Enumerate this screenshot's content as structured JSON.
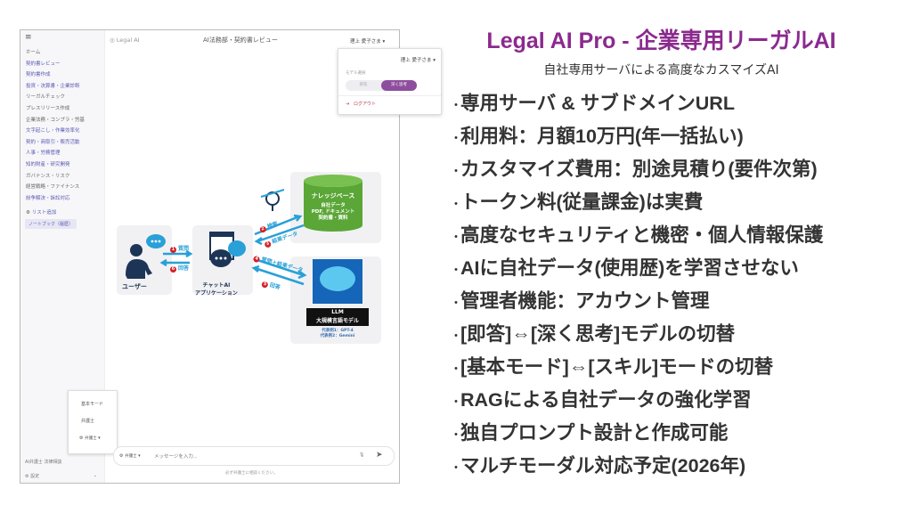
{
  "app": {
    "logo": "Legal AI",
    "title": "AI法務部・契約書レビュー",
    "user": "理上 愛子さま",
    "sidebar": {
      "items": [
        "ホーム",
        "契約書レビュー",
        "契約書作成",
        "投資・決算書・企業診断",
        "リーガルチェック",
        "プレスリリース作成",
        "企業法務・コンプラ・労基",
        "文字起こし・作業効率化",
        "契約・商取引・販売活動",
        "人事・労務管理",
        "知的財産・研究開発",
        "ガバナンス・リスク",
        "経営戦略・ファイナンス",
        "紛争解決・訴訟対応"
      ],
      "add_list": "リスト追加",
      "notebook": "ノートブック（履歴）",
      "footer_item": "AI弁護士 法律相談",
      "settings": "設定"
    },
    "dropdown": {
      "user": "理上 愛子さま",
      "model_label": "モデル選択",
      "model_options": [
        "即答",
        "深く思考"
      ],
      "selected_model": "深く思考",
      "logout": "ログアウト"
    },
    "diagram": {
      "user": "ユーザー",
      "app": "チャットAI\nアプリケーション",
      "kb_title": "ナレッジベース",
      "kb_lines": [
        "自社データ",
        "PDF, ドキュメント",
        "契約書・資料"
      ],
      "llm_title": "LLM",
      "llm_sub": "大規模言語モデル",
      "llm_ex1": "代表例1：GPT-4",
      "llm_ex2": "代表例2：Gemini",
      "steps": [
        "質問",
        "検索",
        "結果データ",
        "質問＋結果データ",
        "回答",
        "回答"
      ]
    },
    "mode_popup": {
      "options": [
        "基本モード",
        "弁護士"
      ],
      "selected": "弁護士"
    },
    "input": {
      "mode": "弁護士",
      "placeholder": "メッセージを入力...",
      "disclaimer": "必ず弁護士に相談ください。"
    }
  },
  "slide": {
    "title": "Legal AI Pro - 企業専用リーガルAI",
    "subtitle": "自社専用サーバによる高度なカスマイズAI",
    "bullets": [
      "専用サーバ & サブドメインURL",
      "利用料：月額10万円(年一括払い)",
      "カスタマイズ費用：別途見積り(要件次第)",
      "トークン料(従量課金)は実費",
      "高度なセキュリティと機密・個人情報保護",
      "AIに自社データ(使用歴)を学習させない",
      "管理者機能：アカウント管理",
      "[即答]⇔[深く思考]モデルの切替",
      "[基本モード]⇔[スキル]モードの切替",
      "RAGによる自社データの強化学習",
      "独自プロンプト設計と作成可能",
      "マルチモーダル対応予定(2026年)"
    ]
  },
  "colors": {
    "title": "#8b2a8e",
    "accent": "#8e4e9e",
    "link": "#5a5ab5",
    "arrow": "#29a0d8",
    "kb": "#5aa636"
  }
}
